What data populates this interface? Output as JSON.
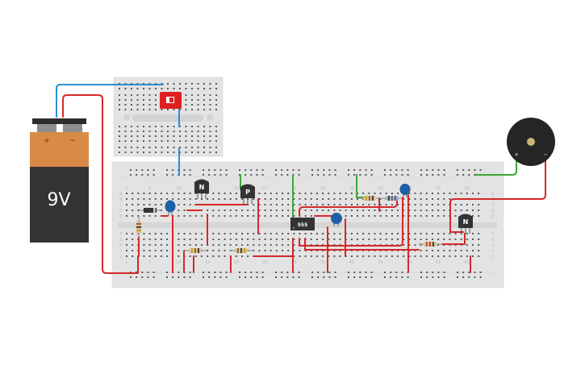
{
  "battery": {
    "label": "9V",
    "plus": "+",
    "minus": "−"
  },
  "breadboard": {
    "column_numbers": [
      "1",
      "5",
      "10",
      "15",
      "20",
      "25",
      "30",
      "35",
      "40",
      "45",
      "50",
      "55",
      "60"
    ],
    "row_letters_top": [
      "A",
      "B",
      "C",
      "D",
      "E"
    ],
    "row_letters_bottom": [
      "F",
      "G",
      "H",
      "I",
      "J"
    ]
  },
  "components": {
    "transistor_1": "N",
    "transistor_2": "P",
    "transistor_3": "N",
    "timer_ic": "555"
  },
  "buzzer": {
    "plus": "+",
    "minus": "−"
  },
  "colors": {
    "wire_red": "#d62828",
    "wire_blue": "#2a8fd6",
    "wire_green": "#3aa83a",
    "board": "#e3e3e3",
    "battery_top": "#d98a45",
    "battery_body": "#333333",
    "capacitor": "#1f5fa8",
    "switch": "#e02020"
  }
}
